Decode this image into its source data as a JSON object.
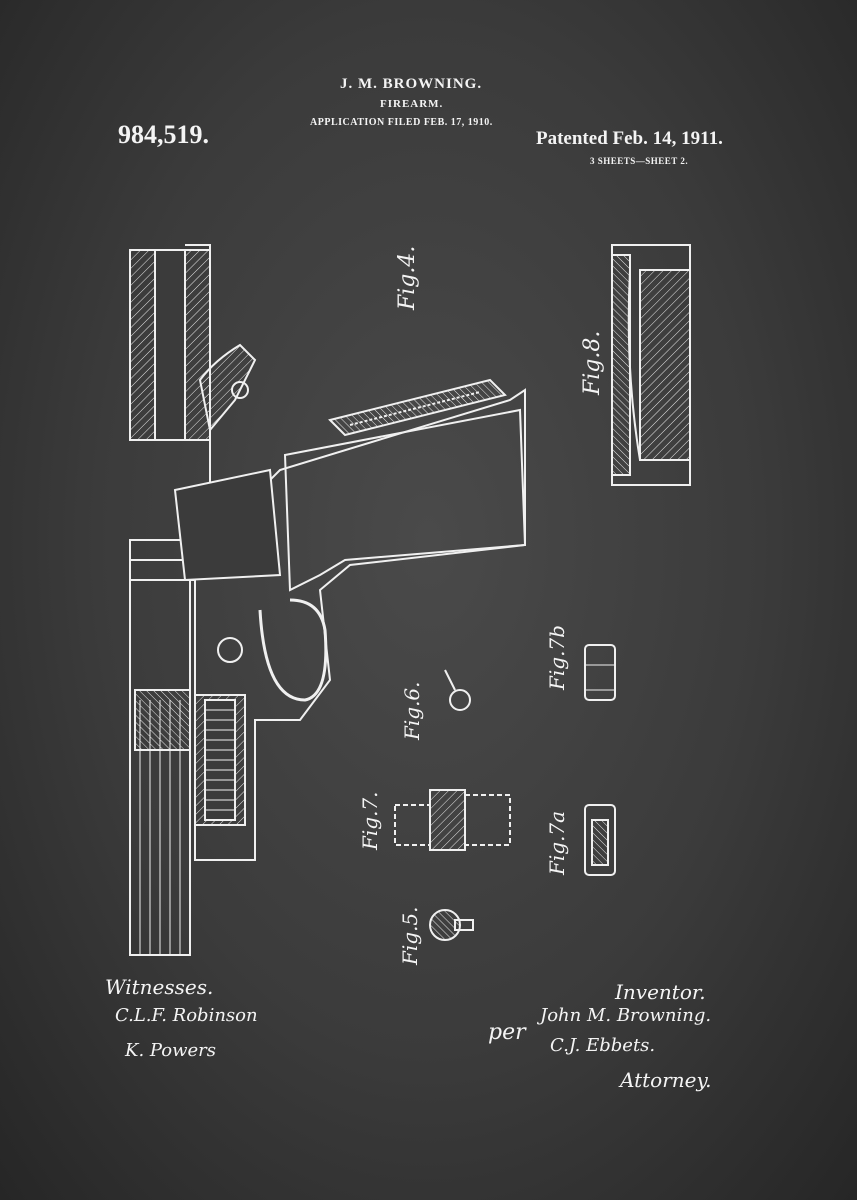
{
  "header": {
    "inventor_name": "J. M. BROWNING.",
    "title": "FIREARM.",
    "application": "APPLICATION FILED FEB. 17, 1910.",
    "patent_number": "984,519.",
    "patented": "Patented Feb. 14, 1911.",
    "sheets": "3 SHEETS—SHEET 2."
  },
  "figures": {
    "fig4": "Fig.4.",
    "fig5": "Fig.5.",
    "fig6": "Fig.6.",
    "fig7": "Fig.7.",
    "fig7a": "Fig.7a",
    "fig7b": "Fig.7b",
    "fig8": "Fig.8."
  },
  "signatures": {
    "witnesses_label": "Witnesses.",
    "witness_1": "C.L.F. Robinson",
    "witness_2": "K. Powers",
    "inventor_label": "Inventor.",
    "inventor_sig": "John M. Browning.",
    "per": "per",
    "attorney_sig": "C.J. Ebbets.",
    "attorney_label": "Attorney."
  },
  "colors": {
    "background": "#3a3a3a",
    "ink": "#f2f2f2"
  }
}
